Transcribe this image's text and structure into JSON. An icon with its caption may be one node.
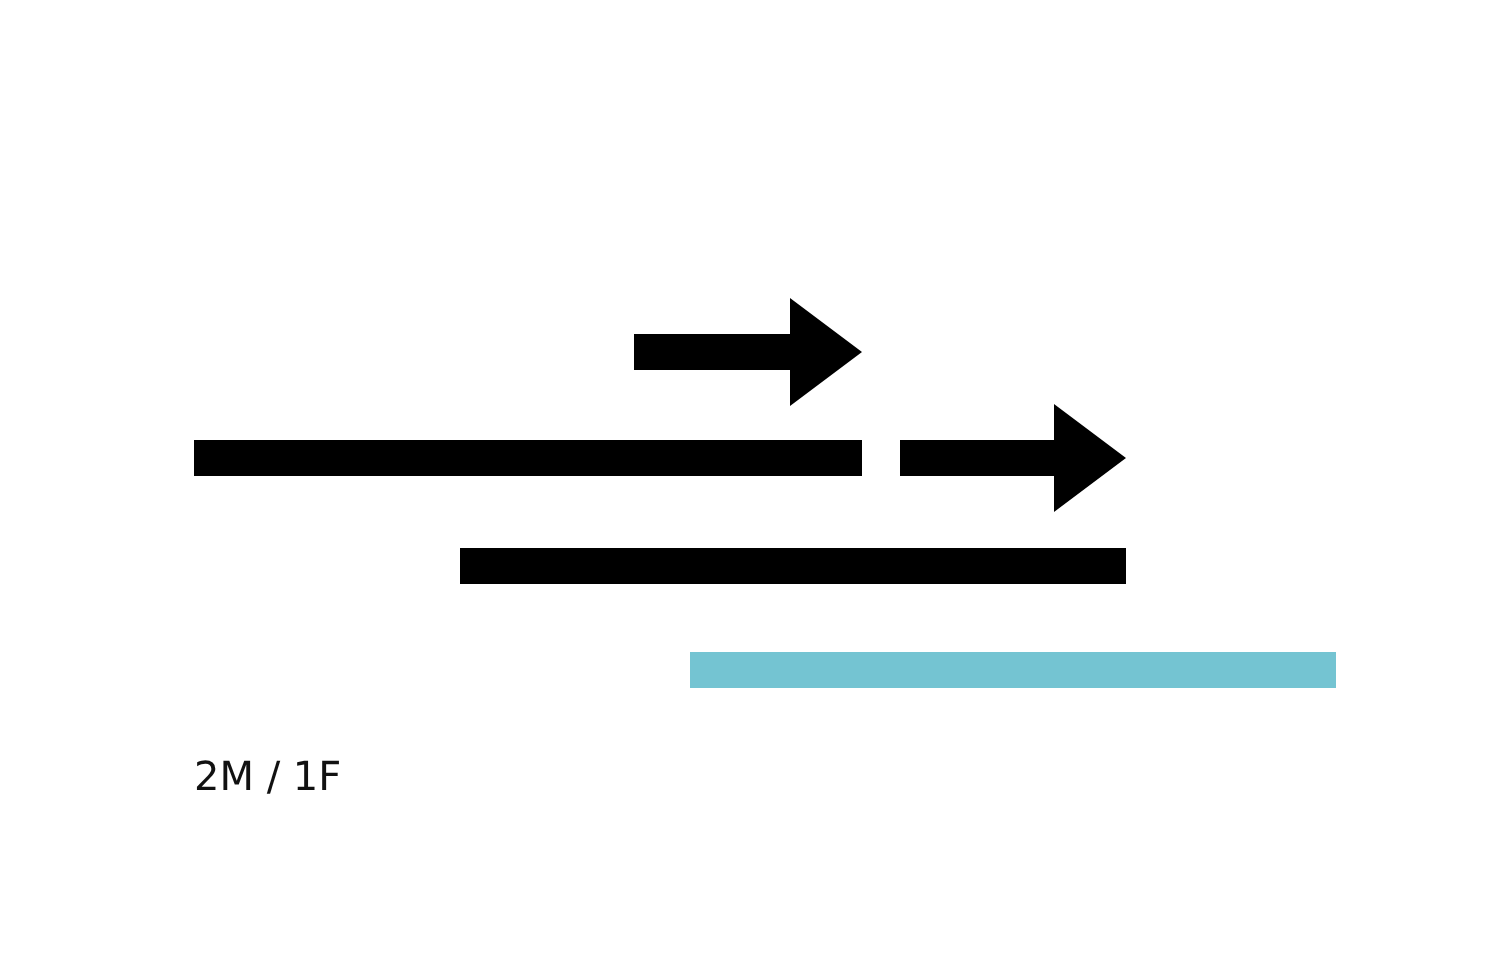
{
  "diagram": {
    "nodes": [
      {
        "text": [],
        "shape": "bar"
      },
      {
        "text": [],
        "shape": "bar"
      },
      {
        "text": [],
        "shape": "bar"
      }
    ],
    "labels": [
      "2M / 1F"
    ]
  }
}
